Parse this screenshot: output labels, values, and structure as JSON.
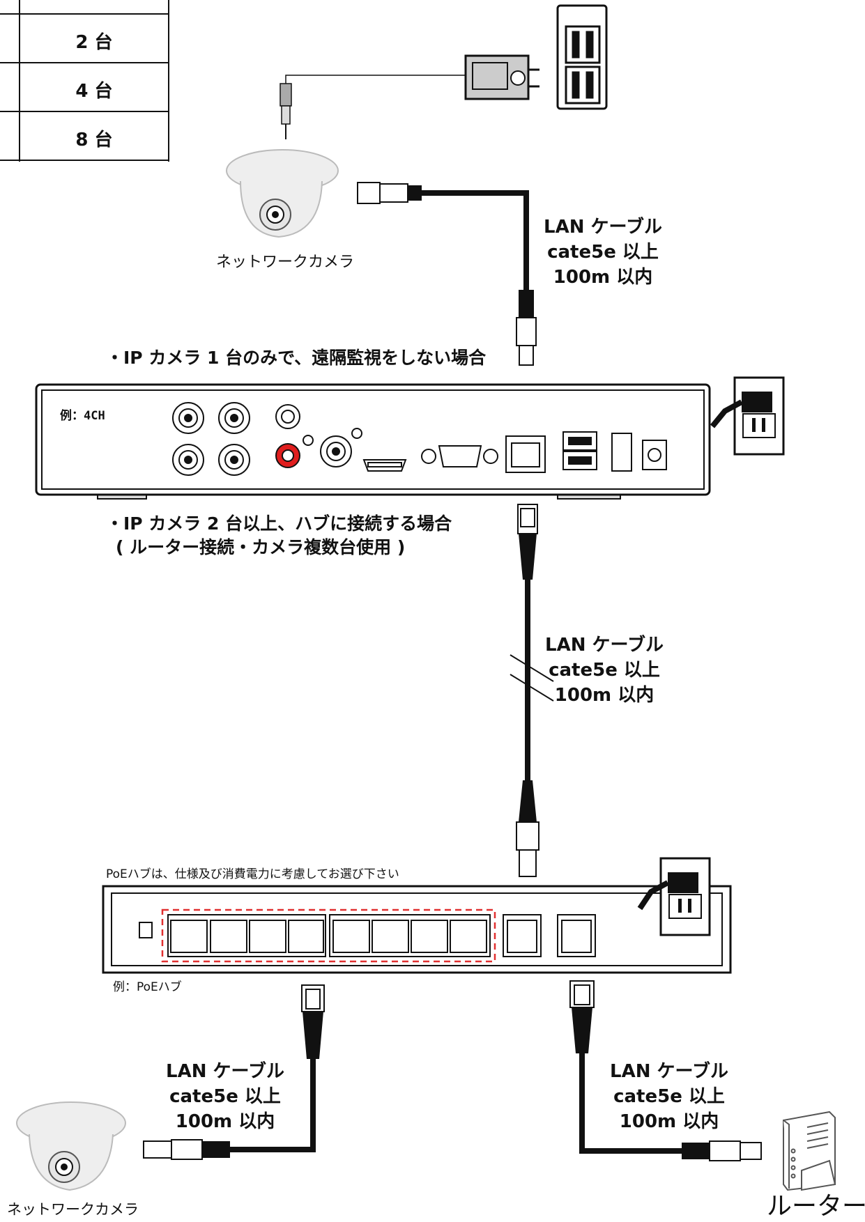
{
  "table": {
    "rows": [
      "2 台",
      "4 台",
      "8 台"
    ]
  },
  "top_camera_label": "ネットワークカメラ",
  "cable_top": {
    "line1": "LAN ケーブル",
    "line2": "cate5e 以上",
    "line3": "100m 以内"
  },
  "case1_heading": "・IP カメラ 1 台のみで、遠隔監視をしない場合",
  "nvr_label": "例：4CH",
  "case2_heading_line1": "・IP カメラ 2 台以上、ハブに接続する場合",
  "case2_heading_line2": "( ルーター接続・カメラ複数台使用 )",
  "cable_middle": {
    "line1": "LAN ケーブル",
    "line2": "cate5e 以上",
    "line3": "100m 以内"
  },
  "poe_note": "PoEハブは、仕様及び消費電力に考慮してお選び下さい",
  "hub_label": "例：PoEハブ",
  "cable_bottom_left": {
    "line1": "LAN ケーブル",
    "line2": "cate5e 以上",
    "line3": "100m 以内"
  },
  "cable_bottom_right": {
    "line1": "LAN ケーブル",
    "line2": "cate5e 以上",
    "line3": "100m 以内"
  },
  "bottom_camera_label": "ネットワークカメラ",
  "router_label": "ルーター",
  "colors": {
    "line": "#111111",
    "accent_red": "#e01e1e",
    "dashed": "#e03030",
    "outline": "#333333"
  }
}
